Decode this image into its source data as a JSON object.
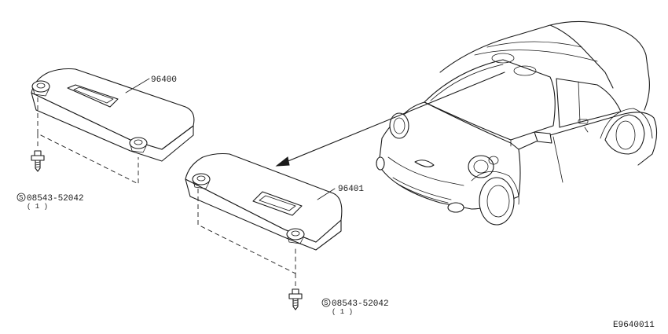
{
  "parts": {
    "visor_left": {
      "number": "96400"
    },
    "visor_right": {
      "number": "96401"
    }
  },
  "fasteners": {
    "screw_upper": {
      "prefix": "S",
      "code": "08543-52042",
      "qty": "( 1 )"
    },
    "screw_lower": {
      "prefix": "S",
      "code": "08543-52042",
      "qty": "( 1 )"
    }
  },
  "diagram_code": "E9640011"
}
